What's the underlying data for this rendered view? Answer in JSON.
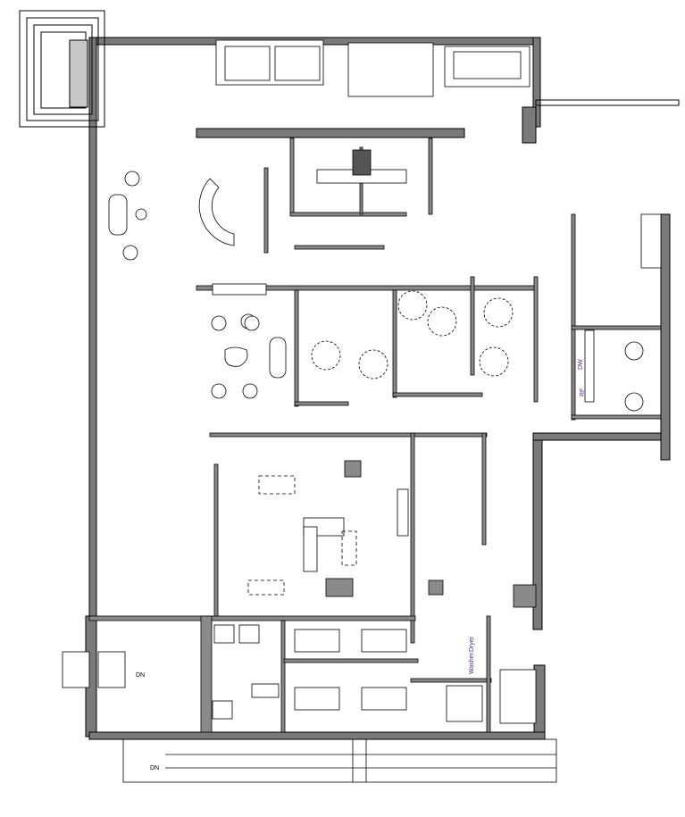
{
  "plan": {
    "labels": {
      "stair_down_west": "DN",
      "stair_down_south": "DN",
      "refrigerator": "RF",
      "dishwasher": "DW",
      "dryer": "Dryer",
      "washer": "Washer"
    },
    "colors": {
      "wall": "#7a7a7a",
      "line": "#000000",
      "background": "#ffffff"
    }
  }
}
